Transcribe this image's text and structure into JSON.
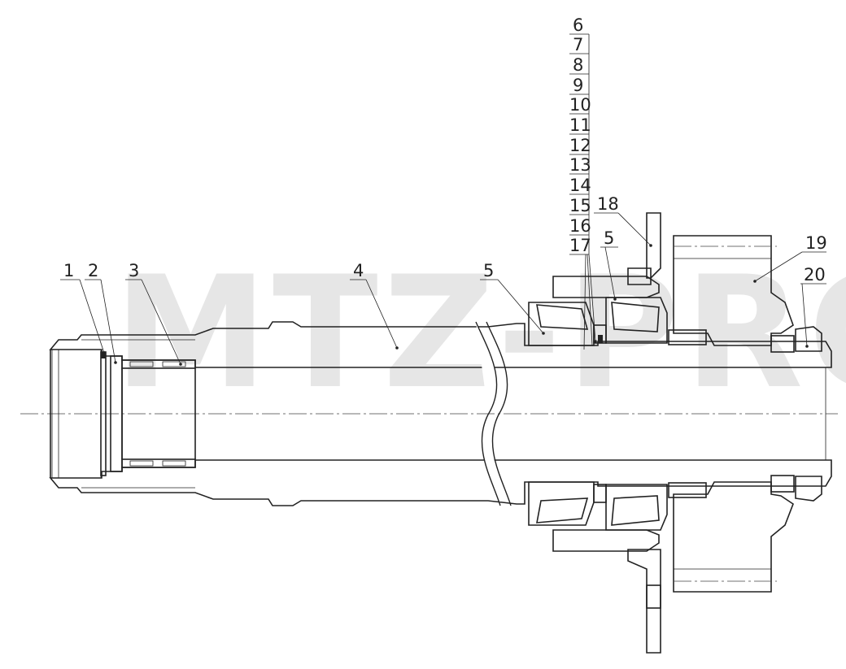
{
  "watermark": "MTZ-PRO",
  "callouts": [
    "1",
    "2",
    "3",
    "4",
    "5",
    "5",
    "6",
    "7",
    "8",
    "9",
    "10",
    "11",
    "12",
    "13",
    "14",
    "15",
    "16",
    "17",
    "18",
    "19",
    "20"
  ]
}
